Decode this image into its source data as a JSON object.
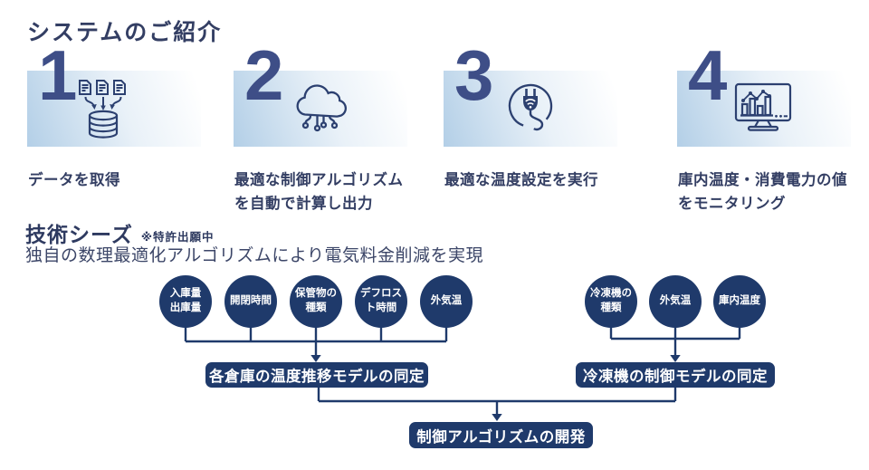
{
  "page": {
    "title": "システムのご紹介"
  },
  "colors": {
    "navy": "#1f3a6b",
    "number_blue": "#3e4e87",
    "text_navy": "#333e63",
    "block_gradient_start": "#b3cfe7",
    "block_gradient_end": "#ffffff"
  },
  "steps": [
    {
      "number": "1",
      "icon": "documents-to-database-icon",
      "caption_lines": [
        "データを取得",
        ""
      ]
    },
    {
      "number": "2",
      "icon": "cloud-network-icon",
      "caption_lines": [
        "最適な制御アルゴリズム",
        "を自動で計算し出力"
      ]
    },
    {
      "number": "3",
      "icon": "power-plug-icon",
      "caption_lines": [
        "最適な温度設定を実行",
        ""
      ]
    },
    {
      "number": "4",
      "icon": "monitor-chart-icon",
      "caption_lines": [
        "庫内温度・消費電力の値",
        "をモニタリング"
      ]
    }
  ],
  "tech": {
    "heading": "技術シーズ",
    "patent_note": "※特許出願中",
    "subtitle": "独自の数理最適化アルゴリズムにより電気料金削減を実現",
    "warehouse_factors": [
      {
        "lines": [
          "入庫量",
          "出庫量"
        ]
      },
      {
        "lines": [
          "開閉時間"
        ]
      },
      {
        "lines": [
          "保管物の",
          "種類"
        ]
      },
      {
        "lines": [
          "デフロス",
          "ト時間"
        ]
      },
      {
        "lines": [
          "外気温"
        ]
      }
    ],
    "freezer_factors": [
      {
        "lines": [
          "冷凍機の",
          "種類"
        ]
      },
      {
        "lines": [
          "外気温"
        ]
      },
      {
        "lines": [
          "庫内温度"
        ]
      }
    ],
    "warehouse_model_box": "各倉庫の温度推移モデルの同定",
    "freezer_model_box": "冷凍機の制御モデルの同定",
    "development_box": "制御アルゴリズムの開発"
  }
}
